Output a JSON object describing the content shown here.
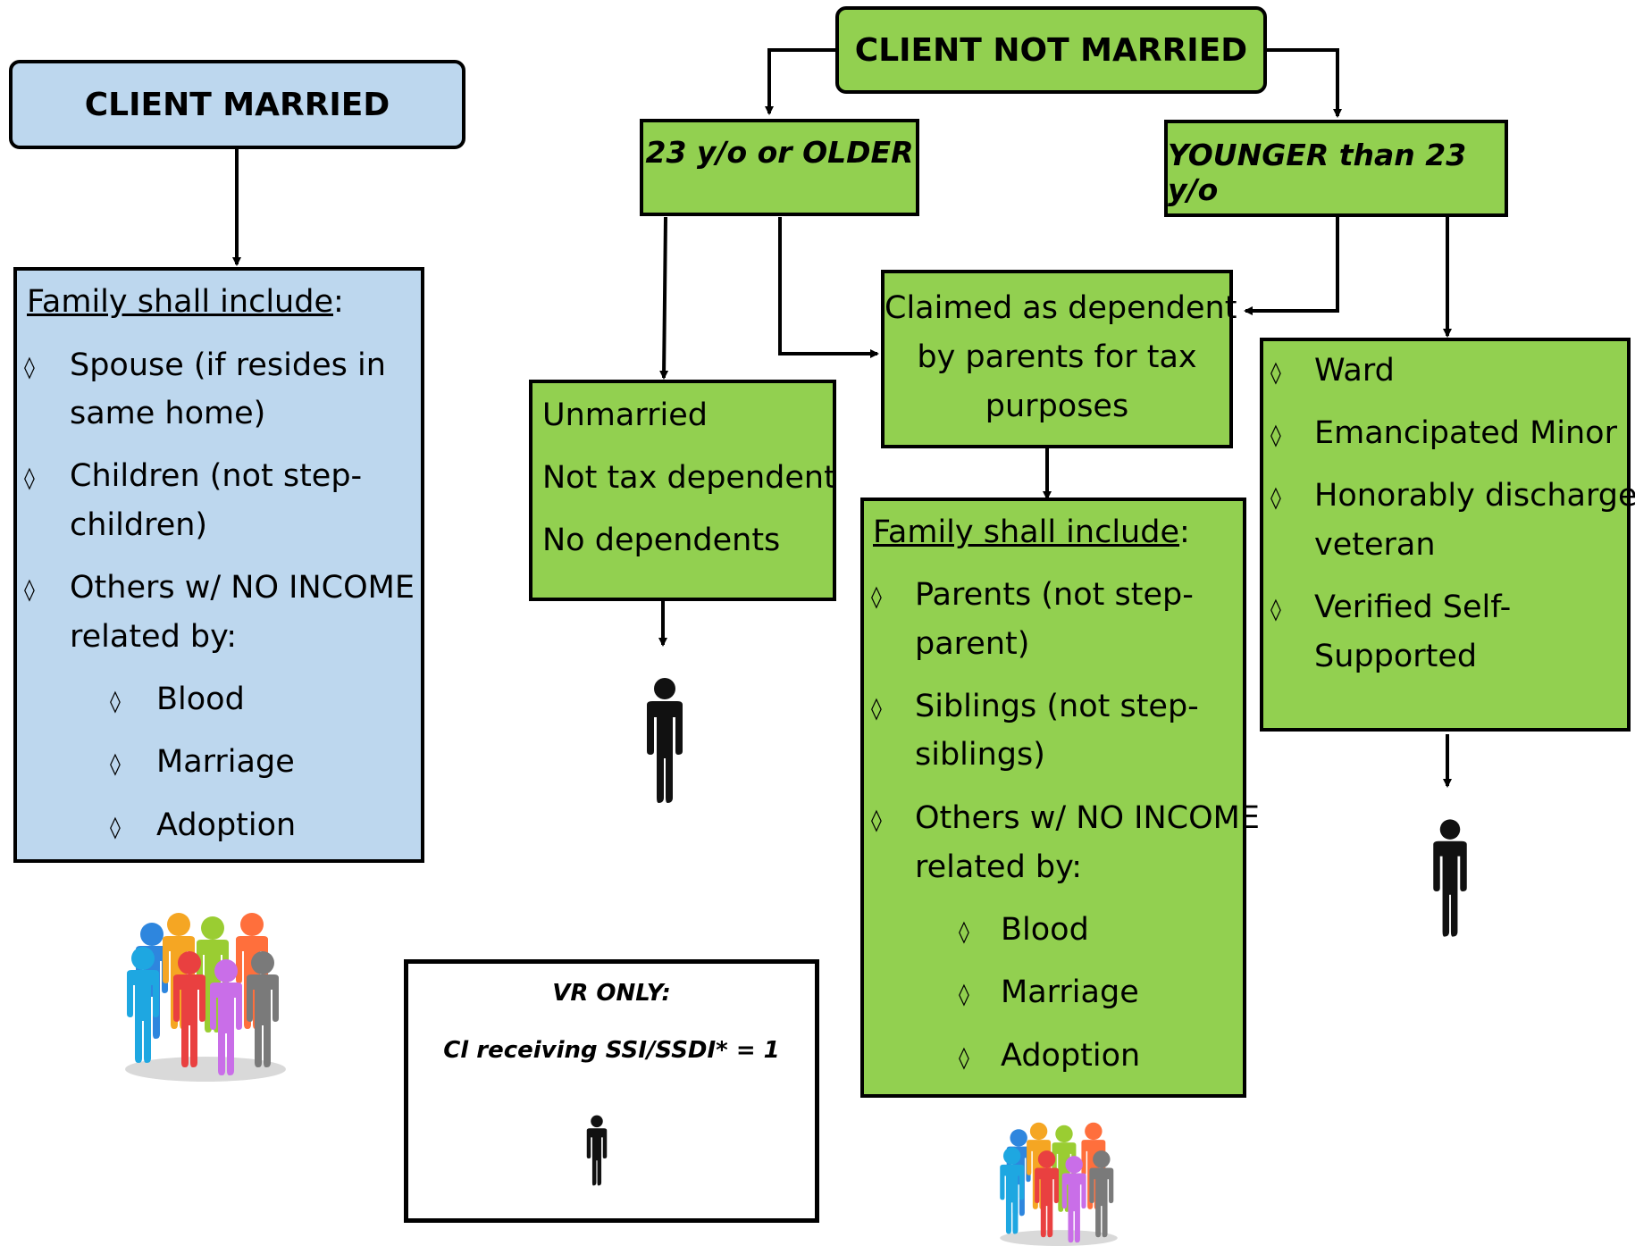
{
  "married": {
    "title": "CLIENT MARRIED",
    "family_heading": "Family shall include",
    "colon": ":",
    "items": [
      {
        "text_lines": [
          "Spouse (if resides in",
          "same home)"
        ]
      },
      {
        "text_lines": [
          "Children (not step-",
          "children)"
        ]
      },
      {
        "text_lines": [
          "Others w/ NO INCOME",
          "related by:"
        ]
      }
    ],
    "sub_items": [
      "Blood",
      "Marriage",
      "Adoption"
    ]
  },
  "not_married": {
    "title": "CLIENT NOT MARRIED",
    "older": {
      "label": "23 y/o or OLDER",
      "lines": [
        "Unmarried",
        "Not tax dependent",
        "No dependents"
      ]
    },
    "younger": {
      "label": "YOUNGER than 23 y/o",
      "items": [
        {
          "text_lines": [
            "Ward"
          ]
        },
        {
          "text_lines": [
            "Emancipated Minor"
          ]
        },
        {
          "text_lines": [
            "Honorably discharged",
            "veteran"
          ]
        },
        {
          "text_lines": [
            "Verified Self-",
            "Supported"
          ]
        }
      ]
    },
    "dependent": {
      "lines": [
        "Claimed as dependent",
        "by parents for tax",
        "purposes"
      ],
      "family_heading": "Family shall include",
      "colon": ":",
      "items": [
        {
          "text_lines": [
            "Parents (not step-",
            "parent)"
          ]
        },
        {
          "text_lines": [
            "Siblings (not step-",
            "siblings)"
          ]
        },
        {
          "text_lines": [
            "Others w/ NO INCOME",
            "related by:"
          ]
        }
      ],
      "sub_items": [
        "Blood",
        "Marriage",
        "Adoption"
      ]
    }
  },
  "vr_box": {
    "title": "VR ONLY:",
    "line": "Cl receiving SSI/SSDI* = 1"
  },
  "bullet_glyph": "◊",
  "icons": {
    "person": "person-icon",
    "group": "people-group-icon"
  },
  "colors": {
    "married_fill": "#bdd7ee",
    "not_married_fill": "#92d050",
    "border": "#000000",
    "crowd": [
      "#2e86de",
      "#f5a623",
      "#9acd32",
      "#ff6f3c",
      "#1ea7e1",
      "#e94040",
      "#c96ee8",
      "#7a7a7a"
    ]
  }
}
